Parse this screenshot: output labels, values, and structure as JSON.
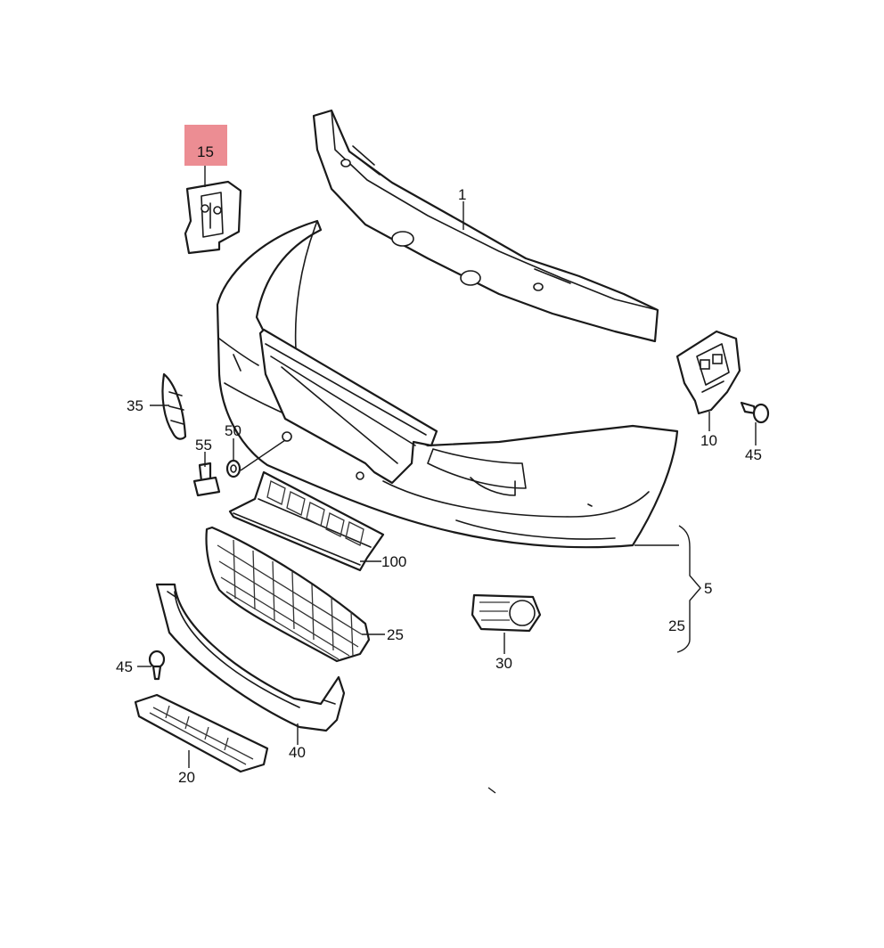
{
  "callouts": {
    "p1": "1",
    "p5": "5",
    "p10": "10",
    "p15": "15",
    "p20": "20",
    "p25a": "25",
    "p25b": "25",
    "p30": "30",
    "p35": "35",
    "p40": "40",
    "p45a": "45",
    "p45b": "45",
    "p50": "50",
    "p55": "55",
    "p100": "100"
  },
  "highlight": {
    "part": "15",
    "color": "#ec8d93"
  }
}
